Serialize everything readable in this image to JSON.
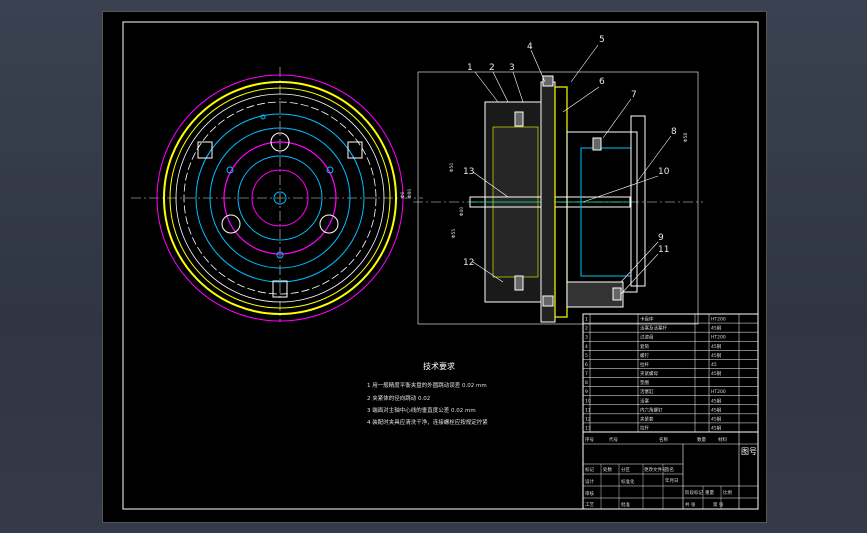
{
  "drawing": {
    "notes_title": "技术要求",
    "notes": [
      "1 用一般精度平衡夹盘的外圆跳动误差 0.02 mm",
      "2 夹紧体的径向跳动 0.02",
      "3 端面对主轴中心线的垂直度公差 0.02 mm",
      "4 装配时夹具应清洗干净，连接螺栓应按规定拧紧"
    ],
    "part_numbers": [
      "1",
      "2",
      "3",
      "4",
      "5",
      "6",
      "7",
      "8",
      "9",
      "10",
      "11",
      "12",
      "13"
    ],
    "dimensions": [
      "Φ0",
      "Φ80",
      "Φ50",
      "Φ40",
      "Φ55",
      "Φ58"
    ],
    "title_block": {
      "header": [
        "序号",
        "代号",
        "名称",
        "数量",
        "材料"
      ],
      "drawing_title": "图号",
      "rows": [
        [
          "1",
          "",
          "卡盘体",
          "",
          "HT200"
        ],
        [
          "2",
          "",
          "活塞及活塞杆",
          "",
          "45钢"
        ],
        [
          "3",
          "",
          "过渡盘",
          "",
          "HT200"
        ],
        [
          "4",
          "",
          "套筒",
          "",
          "45钢"
        ],
        [
          "5",
          "",
          "螺钉",
          "",
          "45钢"
        ],
        [
          "6",
          "",
          "拉杆",
          "",
          "45"
        ],
        [
          "7",
          "",
          "夹紧螺母",
          "",
          "45钢"
        ],
        [
          "8",
          "",
          "垫圈",
          "",
          ""
        ],
        [
          "9",
          "",
          "活塞缸",
          "",
          "HT200"
        ],
        [
          "10",
          "",
          "活塞",
          "",
          "45钢"
        ],
        [
          "11",
          "",
          "内六角螺钉",
          "",
          "45钢"
        ],
        [
          "12",
          "",
          "夹紧套",
          "",
          "45钢"
        ],
        [
          "13",
          "",
          "拉杆",
          "",
          "45钢"
        ]
      ],
      "bottom": [
        "标记",
        "处数",
        "分区",
        "更改文件号",
        "签名",
        "年月日",
        "设计",
        "标准化",
        "阶段标记",
        "重量",
        "比例",
        "审核",
        "工艺",
        "批准",
        "共 张",
        "第 张"
      ]
    }
  }
}
